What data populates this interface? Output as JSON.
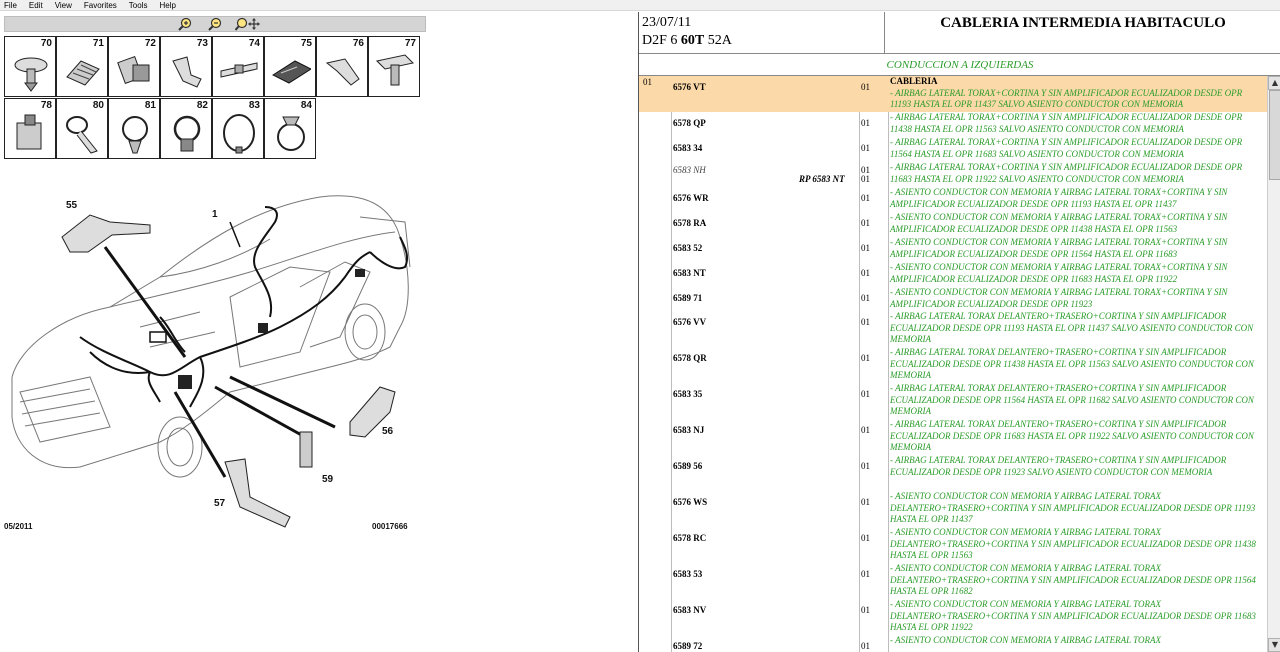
{
  "menu": [
    "File",
    "Edit",
    "View",
    "Favorites",
    "Tools",
    "Help"
  ],
  "zoom": {
    "zoom_in": "zoom-in",
    "zoom_out": "zoom-out",
    "zoom_move": "zoom-pan"
  },
  "parts_grid": [
    {
      "num": "70",
      "icon": "clip-mushroom"
    },
    {
      "num": "71",
      "icon": "clip-ribbed"
    },
    {
      "num": "72",
      "icon": "connector-block"
    },
    {
      "num": "73",
      "icon": "clip-bracket"
    },
    {
      "num": "74",
      "icon": "clip-flat-tie"
    },
    {
      "num": "75",
      "icon": "plate-clip"
    },
    {
      "num": "76",
      "icon": "clip-saddle"
    },
    {
      "num": "77",
      "icon": "clip-tee"
    },
    {
      "num": "78",
      "icon": "clip-box"
    },
    {
      "num": "80",
      "icon": "strap-tie"
    },
    {
      "num": "81",
      "icon": "ring-clamp"
    },
    {
      "num": "82",
      "icon": "ring-clamp-base"
    },
    {
      "num": "83",
      "icon": "cable-tie-loop"
    },
    {
      "num": "84",
      "icon": "ring-clip"
    }
  ],
  "diagram": {
    "callouts": [
      "55",
      "1",
      "56",
      "59",
      "57"
    ],
    "date": "05/2011",
    "ref": "00017666"
  },
  "header": {
    "date": "23/07/11",
    "code_pre": "D2F 6 ",
    "code_bold": "60T",
    "code_post": " 52A",
    "title": "CABLERIA INTERMEDIA HABITACULO",
    "subtitle": "CONDUCCION A IZQUIERDAS"
  },
  "rows": [
    {
      "grp": "01",
      "ref": "6576 VT",
      "qty": "01",
      "head": "CABLERIA",
      "desc": "- AIRBAG LATERAL TORAX+CORTINA Y SIN AMPLIFICADOR ECUALIZADOR DESDE OPR 11193 HASTA EL OPR 11437 SALVO ASIENTO CONDUCTOR CON MEMORIA",
      "selected": true
    },
    {
      "grp": "",
      "ref": "6578 QP",
      "qty": "01",
      "desc": "- AIRBAG LATERAL TORAX+CORTINA Y SIN AMPLIFICADOR ECUALIZADOR DESDE OPR 11438 HASTA EL OPR 11563 SALVO ASIENTO CONDUCTOR CON MEMORIA"
    },
    {
      "grp": "",
      "ref": "6583 34",
      "qty": "01",
      "desc": "- AIRBAG LATERAL TORAX+CORTINA Y SIN AMPLIFICADOR ECUALIZADOR DESDE OPR 11564 HASTA EL OPR 11683 SALVO ASIENTO CONDUCTOR CON MEMORIA"
    },
    {
      "grp": "",
      "ref": "6583 NH",
      "qty": "01",
      "qty2": "01",
      "rp": "RP 6583 NT",
      "italic": true,
      "desc": "- AIRBAG LATERAL TORAX+CORTINA Y SIN AMPLIFICADOR ECUALIZADOR DESDE OPR 11683 HASTA EL OPR 11922 SALVO ASIENTO CONDUCTOR CON MEMORIA"
    },
    {
      "grp": "",
      "ref": "6576 WR",
      "qty": "01",
      "desc": "- ASIENTO CONDUCTOR CON MEMORIA Y AIRBAG LATERAL TORAX+CORTINA Y SIN AMPLIFICADOR ECUALIZADOR DESDE OPR 11193 HASTA EL OPR 11437"
    },
    {
      "grp": "",
      "ref": "6578 RA",
      "qty": "01",
      "desc": "- ASIENTO CONDUCTOR CON MEMORIA Y AIRBAG LATERAL TORAX+CORTINA Y SIN AMPLIFICADOR ECUALIZADOR DESDE OPR 11438 HASTA EL OPR 11563"
    },
    {
      "grp": "",
      "ref": "6583 52",
      "qty": "01",
      "desc": "- ASIENTO CONDUCTOR CON MEMORIA Y AIRBAG LATERAL TORAX+CORTINA Y SIN AMPLIFICADOR ECUALIZADOR DESDE OPR 11564 HASTA EL OPR 11683"
    },
    {
      "grp": "",
      "ref": "6583 NT",
      "qty": "01",
      "desc": "- ASIENTO CONDUCTOR CON MEMORIA Y AIRBAG LATERAL TORAX+CORTINA Y SIN AMPLIFICADOR ECUALIZADOR DESDE OPR 11683 HASTA EL OPR 11922"
    },
    {
      "grp": "",
      "ref": "6589 71",
      "qty": "01",
      "desc": "- ASIENTO CONDUCTOR CON MEMORIA Y AIRBAG LATERAL TORAX+CORTINA Y SIN AMPLIFICADOR ECUALIZADOR DESDE OPR 11923"
    },
    {
      "grp": "",
      "ref": "6576 VV",
      "qty": "01",
      "desc": "- AIRBAG LATERAL TORAX DELANTERO+TRASERO+CORTINA Y SIN AMPLIFICADOR ECUALIZADOR DESDE OPR 11193 HASTA EL OPR 11437 SALVO ASIENTO CONDUCTOR CON MEMORIA"
    },
    {
      "grp": "",
      "ref": "6578 QR",
      "qty": "01",
      "desc": "- AIRBAG LATERAL TORAX DELANTERO+TRASERO+CORTINA Y SIN AMPLIFICADOR ECUALIZADOR DESDE OPR 11438 HASTA EL OPR 11563 SALVO ASIENTO CONDUCTOR CON MEMORIA"
    },
    {
      "grp": "",
      "ref": "6583 35",
      "qty": "01",
      "desc": "- AIRBAG LATERAL TORAX DELANTERO+TRASERO+CORTINA Y SIN AMPLIFICADOR ECUALIZADOR DESDE OPR 11564 HASTA EL OPR 11682 SALVO ASIENTO CONDUCTOR CON MEMORIA"
    },
    {
      "grp": "",
      "ref": "6583 NJ",
      "qty": "01",
      "desc": "- AIRBAG LATERAL TORAX DELANTERO+TRASERO+CORTINA Y SIN AMPLIFICADOR ECUALIZADOR DESDE OPR 11683 HASTA EL OPR 11922 SALVO ASIENTO CONDUCTOR CON MEMORIA"
    },
    {
      "grp": "",
      "ref": "6589 56",
      "qty": "01",
      "desc": "- AIRBAG LATERAL TORAX DELANTERO+TRASERO+CORTINA Y SIN AMPLIFICADOR ECUALIZADOR DESDE OPR 11923 SALVO ASIENTO CONDUCTOR CON MEMORIA"
    },
    {
      "grp": "",
      "ref": "6576 WS",
      "qty": "01",
      "desc": "- ASIENTO CONDUCTOR CON MEMORIA Y AIRBAG LATERAL TORAX DELANTERO+TRASERO+CORTINA Y SIN AMPLIFICADOR ECUALIZADOR DESDE OPR 11193 HASTA EL OPR 11437"
    },
    {
      "grp": "",
      "ref": "6578 RC",
      "qty": "01",
      "desc": "- ASIENTO CONDUCTOR CON MEMORIA Y AIRBAG LATERAL TORAX DELANTERO+TRASERO+CORTINA Y SIN AMPLIFICADOR ECUALIZADOR DESDE OPR 11438 HASTA EL OPR 11563"
    },
    {
      "grp": "",
      "ref": "6583 53",
      "qty": "01",
      "desc": "- ASIENTO CONDUCTOR CON MEMORIA Y AIRBAG LATERAL TORAX DELANTERO+TRASERO+CORTINA Y SIN AMPLIFICADOR ECUALIZADOR DESDE OPR 11564 HASTA EL OPR 11682"
    },
    {
      "grp": "",
      "ref": "6583 NV",
      "qty": "01",
      "desc": "- ASIENTO CONDUCTOR CON MEMORIA Y AIRBAG LATERAL TORAX DELANTERO+TRASERO+CORTINA Y SIN AMPLIFICADOR ECUALIZADOR DESDE OPR 11683 HASTA EL OPR 11922"
    },
    {
      "grp": "",
      "ref": "6589 72",
      "qty": "01",
      "desc": "- ASIENTO CONDUCTOR CON MEMORIA Y AIRBAG LATERAL TORAX"
    }
  ],
  "colors": {
    "selected_row": "#fbd9a8",
    "desc_text": "#2a9c2a"
  }
}
